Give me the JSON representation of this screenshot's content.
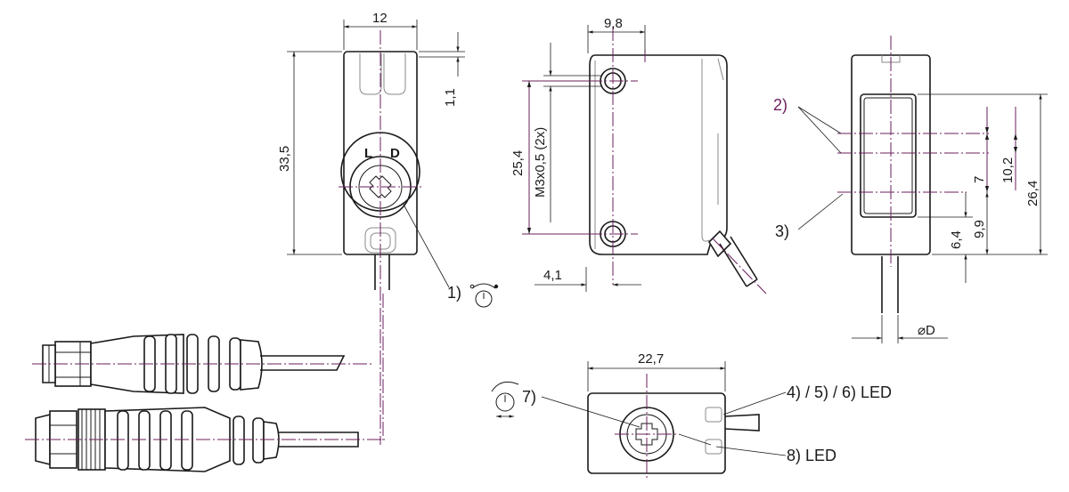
{
  "colors": {
    "line": "#1a1a1a",
    "accent": "#6b1f5e",
    "background": "#ffffff"
  },
  "front_view": {
    "dim_width": "12",
    "dim_height": "33,5",
    "dim_top": "1,1",
    "knob_label_left": "L",
    "knob_label_right": "D",
    "callout_adjust": "1)"
  },
  "side_view": {
    "dim_hole_offset": "9,8",
    "dim_hole_spacing": "25,4",
    "thread_note": "M3x0,5 (2x)",
    "dim_bottom_offset": "4,1"
  },
  "back_view": {
    "callout_optics": "2)",
    "callout_axis": "3)",
    "dim_window": "10,2",
    "dim_7": "7",
    "dim_9_9": "9,9",
    "dim_6_4": "6,4",
    "dim_26_4": "26,4",
    "dim_cable": "⌀D"
  },
  "bottom_view": {
    "dim_length": "22,7",
    "callout_potentiometer": "7)",
    "callout_leds": "4) / 5) / 6) LED",
    "callout_led8": "8) LED"
  },
  "icons": [
    "adjust-dial-icon",
    "rotate-dial-icon"
  ]
}
